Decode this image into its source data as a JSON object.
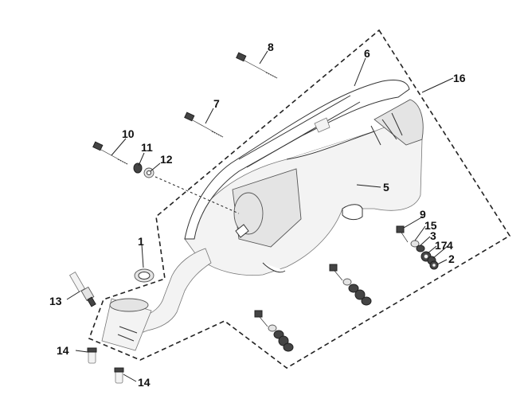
{
  "diagram": {
    "callouts": {
      "c1": "1",
      "c2": "2",
      "c3": "3",
      "c4": "4",
      "c5": "5",
      "c6": "6",
      "c7": "7",
      "c8": "8",
      "c9": "9",
      "c10": "10",
      "c11": "11",
      "c12": "12",
      "c13": "13",
      "c14a": "14",
      "c14b": "14",
      "c15": "15",
      "c16": "16",
      "c17": "17"
    }
  }
}
